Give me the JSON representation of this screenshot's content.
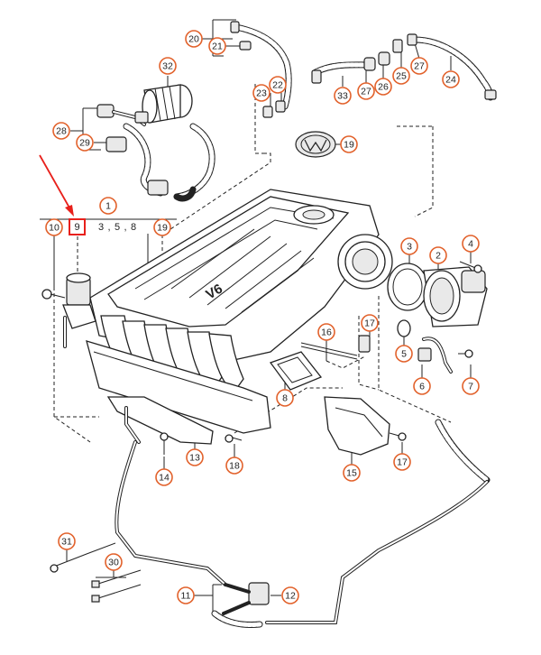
{
  "callouts": [
    {
      "id": "c20",
      "label": "20"
    },
    {
      "id": "c21",
      "label": "21"
    },
    {
      "id": "c32",
      "label": "32"
    },
    {
      "id": "c23",
      "label": "23"
    },
    {
      "id": "c22",
      "label": "22"
    },
    {
      "id": "c28",
      "label": "28"
    },
    {
      "id": "c29",
      "label": "29"
    },
    {
      "id": "c33",
      "label": "33"
    },
    {
      "id": "c27a",
      "label": "27"
    },
    {
      "id": "c26",
      "label": "26"
    },
    {
      "id": "c25",
      "label": "25"
    },
    {
      "id": "c27b",
      "label": "27"
    },
    {
      "id": "c24",
      "label": "24"
    },
    {
      "id": "c19a",
      "label": "19"
    },
    {
      "id": "c1",
      "label": "1"
    },
    {
      "id": "c10",
      "label": "10"
    },
    {
      "id": "c19b",
      "label": "19"
    },
    {
      "id": "c4",
      "label": "4"
    },
    {
      "id": "c3",
      "label": "3"
    },
    {
      "id": "c2",
      "label": "2"
    },
    {
      "id": "c17a",
      "label": "17"
    },
    {
      "id": "c16",
      "label": "16"
    },
    {
      "id": "c5",
      "label": "5"
    },
    {
      "id": "c6",
      "label": "6"
    },
    {
      "id": "c7",
      "label": "7"
    },
    {
      "id": "c8",
      "label": "8"
    },
    {
      "id": "c14",
      "label": "14"
    },
    {
      "id": "c13",
      "label": "13"
    },
    {
      "id": "c18",
      "label": "18"
    },
    {
      "id": "c15",
      "label": "15"
    },
    {
      "id": "c17b",
      "label": "17"
    },
    {
      "id": "c31",
      "label": "31"
    },
    {
      "id": "c30",
      "label": "30"
    },
    {
      "id": "c11",
      "label": "11"
    },
    {
      "id": "c12",
      "label": "12"
    }
  ],
  "group_label": {
    "highlighted": "9",
    "items": [
      "3",
      "5",
      "8"
    ],
    "separators": [
      ",",
      ","
    ]
  },
  "engine_badge": "V6",
  "colors": {
    "callout_ring": "#e2622c",
    "highlight": "#e8201b",
    "line": "#222222"
  }
}
